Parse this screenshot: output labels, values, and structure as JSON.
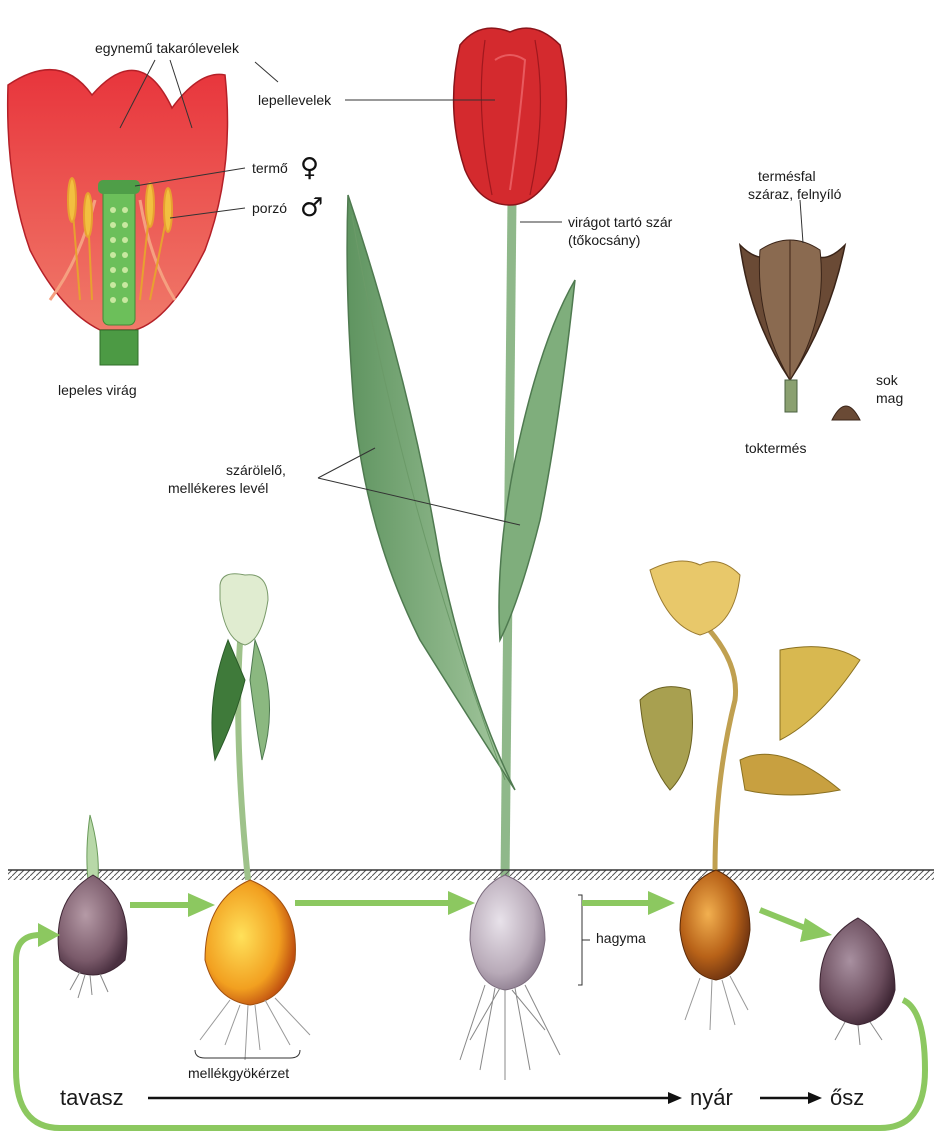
{
  "labels": {
    "homogeneous_tepals": "egynemű takarólevelek",
    "tepals": "lepellevelek",
    "pistil": "termő",
    "stamen": "porzó",
    "perianth_flower": "lepeles virág",
    "flower_stalk_line1": "virágot tartó szár",
    "flower_stalk_line2": "(tőkocsány)",
    "pericarp_line1": "termésfal",
    "pericarp_line2": "száraz, felnyíló",
    "seeds_line1": "sok",
    "seeds_line2": "mag",
    "capsule": "toktermés",
    "leaf_line1": "szárölelő,",
    "leaf_line2": "mellékeres levél",
    "bulb": "hagyma",
    "adventitious_roots": "mellékgyökérzet"
  },
  "symbols": {
    "female": "♀",
    "male": "♂"
  },
  "seasons": {
    "spring": "tavasz",
    "summer": "nyár",
    "autumn": "ősz"
  },
  "colors": {
    "arrow_green": "#8cc860",
    "tulip_red": "#d42a2e",
    "leaf_green": "#7aa878",
    "bulb_purple": "#7a5a6a",
    "bulb_yellow": "#f0a020",
    "capsule_brown": "#6a4a35"
  }
}
